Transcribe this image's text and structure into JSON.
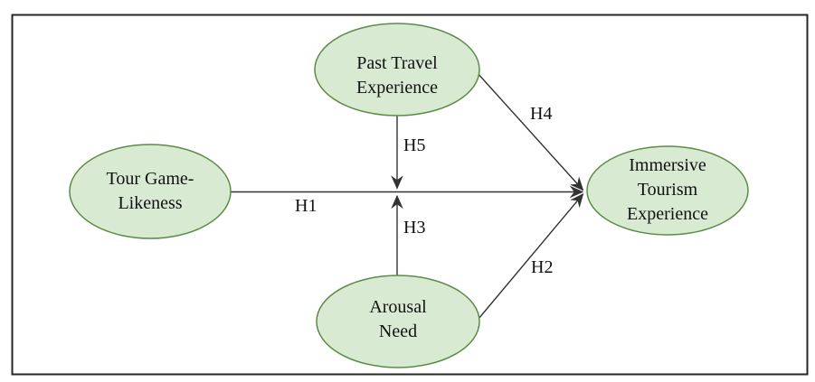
{
  "diagram": {
    "type": "conceptual-model",
    "nodes": [
      {
        "id": "tour-game-likeness",
        "label": "Tour Game-\nLikeness",
        "shape": "ellipse"
      },
      {
        "id": "past-travel-experience",
        "label": "Past Travel\nExperience",
        "shape": "ellipse"
      },
      {
        "id": "arousal-need",
        "label": "Arousal\nNeed",
        "shape": "ellipse"
      },
      {
        "id": "immersive-tourism-experience",
        "label": "Immersive\nTourism\nExperience",
        "shape": "ellipse"
      }
    ],
    "edges": [
      {
        "id": "h1",
        "label": "H1",
        "from": "tour-game-likeness",
        "to": "immersive-tourism-experience"
      },
      {
        "id": "h2",
        "label": "H2",
        "from": "arousal-need",
        "to": "immersive-tourism-experience"
      },
      {
        "id": "h3",
        "label": "H3",
        "from": "arousal-need",
        "to": "h1-path"
      },
      {
        "id": "h4",
        "label": "H4",
        "from": "past-travel-experience",
        "to": "immersive-tourism-experience"
      },
      {
        "id": "h5",
        "label": "H5",
        "from": "past-travel-experience",
        "to": "h1-path"
      }
    ],
    "colors": {
      "node_fill": "#d9ead3",
      "node_border": "#5b8c46",
      "arrow": "#333333",
      "frame_border": "#262626",
      "text": "#111111",
      "background": "#ffffff"
    }
  }
}
